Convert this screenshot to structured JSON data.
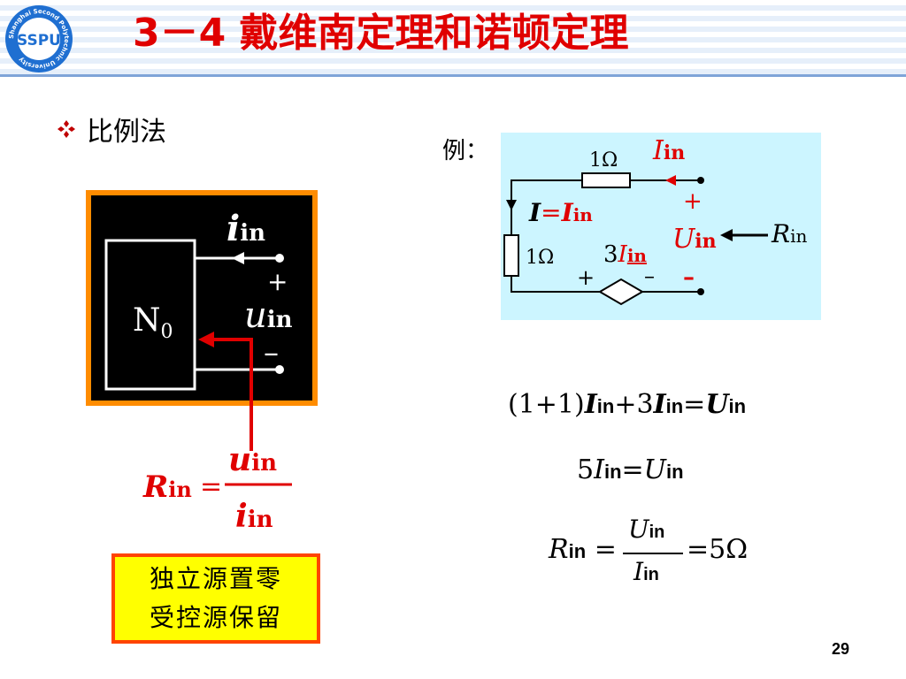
{
  "header": {
    "title": "3－4 戴维南定理和诺顿定理",
    "logo_letters": "SSPU",
    "logo_ring_text": "Shanghai Second Polytechnic University"
  },
  "bullet": {
    "text": "比例法"
  },
  "left_figure": {
    "network_label": "N",
    "network_subscript": "0",
    "current_var": "i",
    "current_sub": "in",
    "voltage_var": "u",
    "voltage_sub": "in",
    "plus": "+",
    "minus": "–",
    "formula": {
      "lhs_var": "R",
      "lhs_sub": "in",
      "eq": "=",
      "num_var": "u",
      "num_sub": "in",
      "den_var": "i",
      "den_sub": "in"
    }
  },
  "note_box": {
    "line1": "独立源置零",
    "line2": "受控源保留"
  },
  "example": {
    "label": "例：",
    "resistor_top": "1Ω",
    "resistor_left": "1Ω",
    "branch_var": "I",
    "branch_eq": "=",
    "branch_rhs_var": "I",
    "branch_rhs_sub": "in",
    "source_coef": "3",
    "source_var": "I",
    "source_sub": "in",
    "input_current_var": "I",
    "input_current_sub": "in",
    "input_voltage_var": "U",
    "input_voltage_sub": "in",
    "resistance_var": "R",
    "resistance_sub": "in",
    "plus": "+",
    "minus": "–"
  },
  "equations": {
    "eq1": {
      "paren": "(1+1)",
      "v1": "I",
      "s1": "in",
      "plus": "+3",
      "v2": "I",
      "s2": "in",
      "eq": "=",
      "v3": "U",
      "s3": "in"
    },
    "eq2": {
      "coef": "5",
      "v1": "I",
      "s1": "in",
      "eq": "=",
      "v2": "U",
      "s2": "in"
    },
    "eq3": {
      "lhs_var": "R",
      "lhs_sub": "in",
      "eq1": "=",
      "num_var": "U",
      "num_sub": "in",
      "den_var": "I",
      "den_sub": "in",
      "eq2": "=",
      "result": "5Ω"
    }
  },
  "page_number": "29",
  "colors": {
    "title": "#e00000",
    "formula_red": "#e00000",
    "circuit_bg": "#ccf5ff",
    "figure_bg": "#000000",
    "figure_border": "#ff8c00",
    "note_bg": "#ffff00",
    "logo_blue": "#1f6fd1"
  }
}
